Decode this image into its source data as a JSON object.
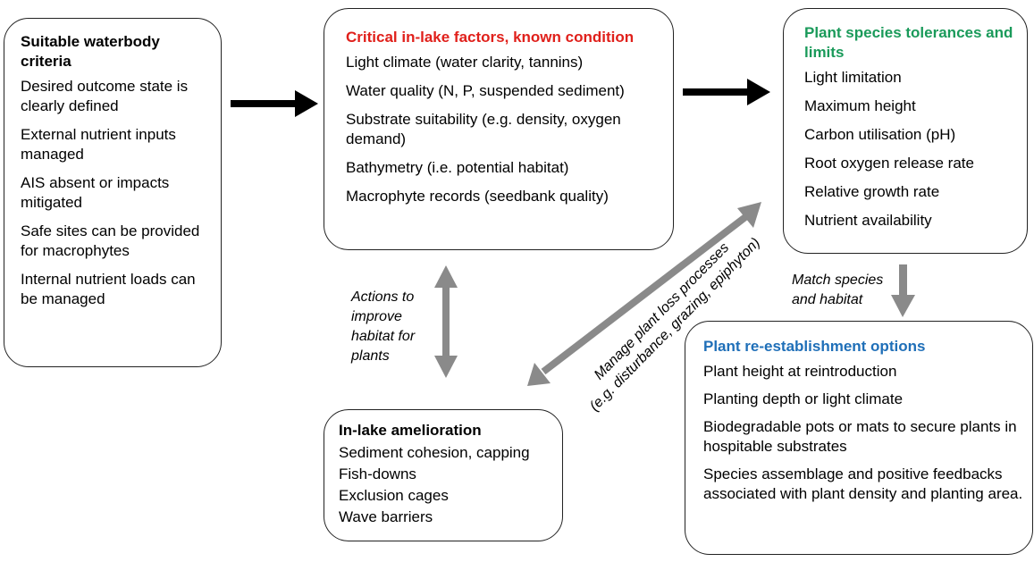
{
  "criteria": {
    "title": "Suitable waterbody criteria",
    "items": [
      "Desired outcome state is clearly defined",
      "External nutrient inputs managed",
      "AIS absent or impacts mitigated",
      "Safe sites can be provided for macrophytes",
      "Internal nutrient loads can be managed"
    ]
  },
  "factors": {
    "title": "Critical in-lake factors, known condition",
    "title_color": "#e0201b",
    "items": [
      "Light climate (water clarity, tannins)",
      "Water quality (N, P, suspended sediment)",
      "Substrate suitability (e.g. density, oxygen demand)",
      "Bathymetry (i.e. potential habitat)",
      "Macrophyte records (seedbank quality)"
    ]
  },
  "tolerances": {
    "title": "Plant species tolerances and limits",
    "title_color": "#1a9a5a",
    "items": [
      "Light limitation",
      "Maximum height",
      "Carbon utilisation (pH)",
      "Root oxygen release rate",
      "Relative growth rate",
      "Nutrient availability"
    ]
  },
  "amelioration": {
    "title": "In-lake amelioration",
    "items": [
      "Sediment cohesion, capping",
      "Fish-downs",
      "Exclusion cages",
      "Wave barriers"
    ]
  },
  "options": {
    "title": "Plant re-establishment options",
    "title_color": "#1f6fb8",
    "items": [
      "Plant height at reintroduction",
      "Planting depth or light climate",
      "Biodegradable pots or mats to secure plants in hospitable substrates",
      "Species assemblage and positive feedbacks associated with plant density and planting area."
    ]
  },
  "notes": {
    "actions": "Actions to improve habitat for plants",
    "match": "Match species and habitat",
    "manage_line1": "Manage plant loss processes",
    "manage_line2": "(e.g. disturbance, grazing, epiphyton)"
  },
  "colors": {
    "arrow_black": "#000000",
    "arrow_grey": "#8a8a8a"
  }
}
